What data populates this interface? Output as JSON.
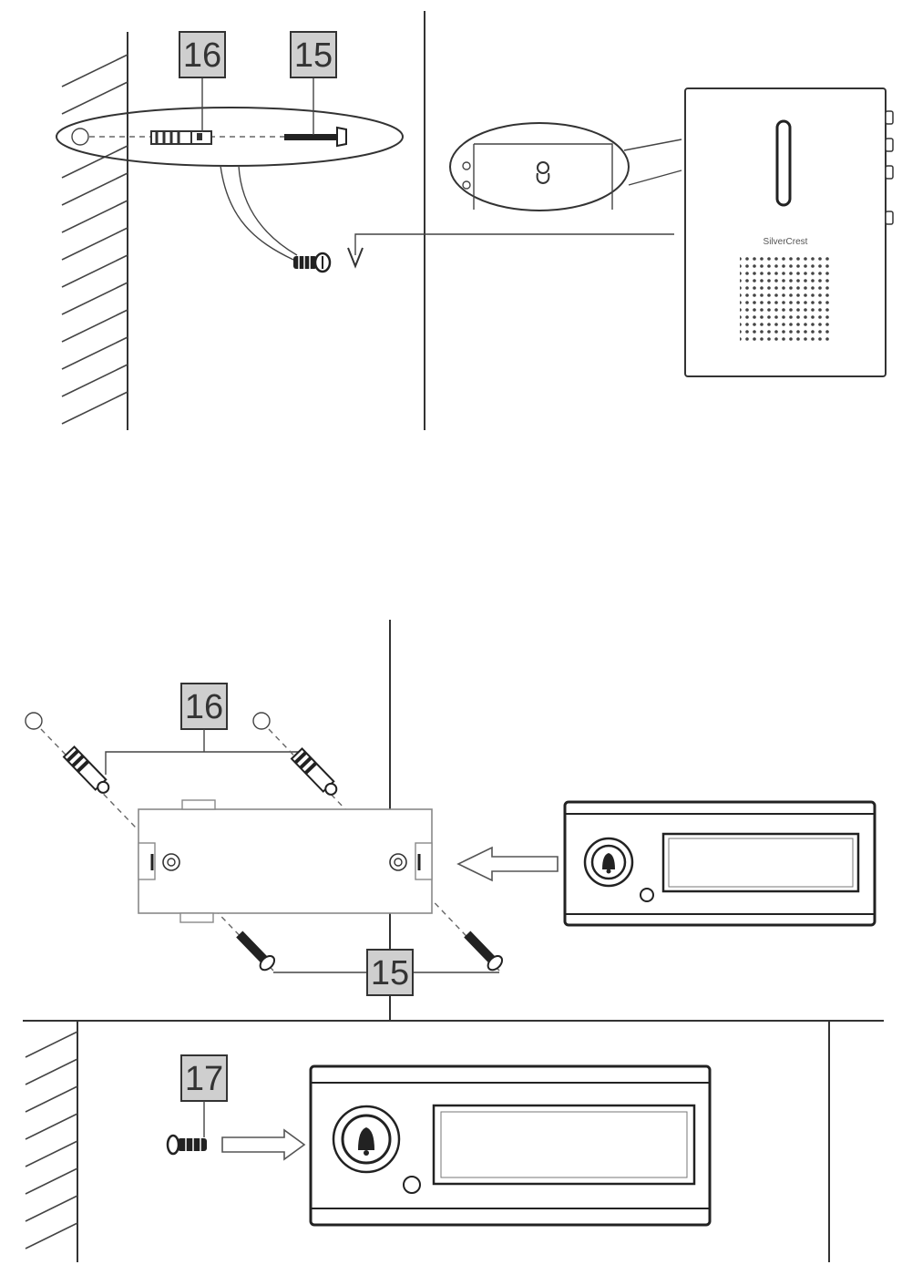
{
  "callouts": {
    "top_anchor": "16",
    "top_screw": "15",
    "bottom_anchor": "16",
    "bottom_screw": "15",
    "cover_screw": "17"
  },
  "chime_brand": "SilverCrest",
  "colors": {
    "line": "#333333",
    "label_fill": "#cfcfcf",
    "background": "#ffffff"
  }
}
